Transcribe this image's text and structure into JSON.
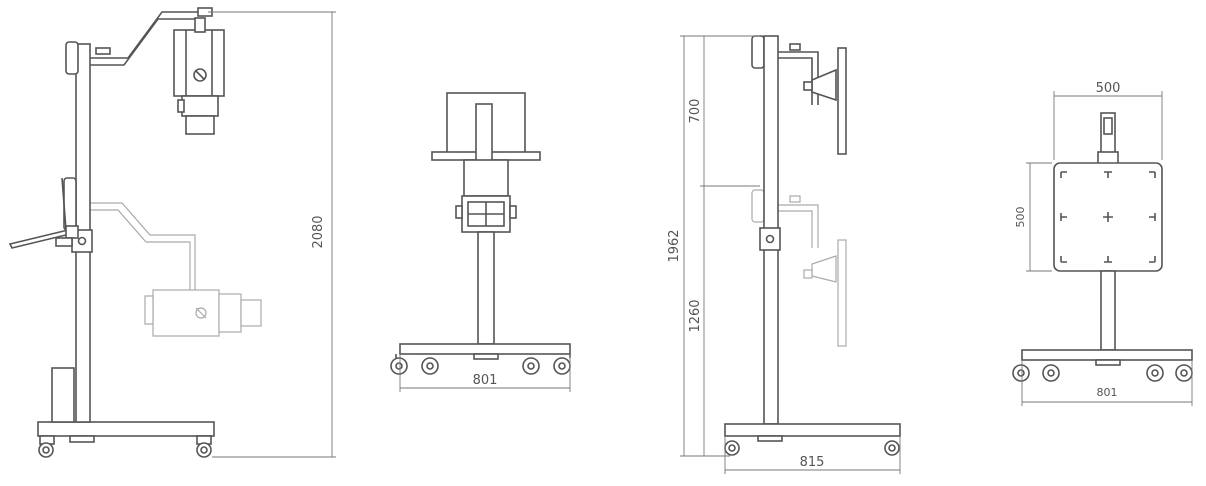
{
  "dimensions": {
    "view1_height": "2080",
    "view2_width": "801",
    "view3_upper": "700",
    "view3_total": "1962",
    "view3_lower": "1260",
    "view3_width": "815",
    "view4_top": "500",
    "view4_side": "500",
    "view4_width": "801"
  },
  "colors": {
    "line": "#555555",
    "ghost": "#aaaaaa",
    "dimension": "#777777"
  }
}
